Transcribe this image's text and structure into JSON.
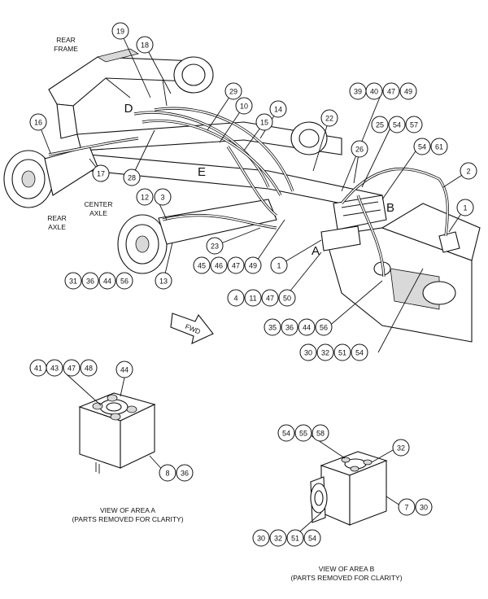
{
  "labels": {
    "rear_frame": [
      "REAR",
      "FRAME"
    ],
    "rear_axle": [
      "REAR",
      "AXLE"
    ],
    "center_axle": [
      "CENTER",
      "AXLE"
    ],
    "fwd": "FWD",
    "view_a": [
      "VIEW OF AREA A",
      "(PARTS REMOVED FOR CLARITY)"
    ],
    "view_b": [
      "VIEW OF AREA B",
      "(PARTS REMOVED FOR CLARITY)"
    ]
  },
  "area_letters": [
    "A",
    "B",
    "D",
    "E"
  ],
  "callouts": [
    {
      "id": "c-19",
      "text": "19"
    },
    {
      "id": "c-18",
      "text": "18"
    },
    {
      "id": "c-29",
      "text": "29"
    },
    {
      "id": "c-10",
      "text": "10"
    },
    {
      "id": "c-14",
      "text": "14"
    },
    {
      "id": "c-15",
      "text": "15"
    },
    {
      "id": "c-22",
      "text": "22"
    },
    {
      "id": "c-39",
      "text": "39"
    },
    {
      "id": "c-40",
      "text": "40"
    },
    {
      "id": "c-47a",
      "text": "47"
    },
    {
      "id": "c-49a",
      "text": "49"
    },
    {
      "id": "c-25",
      "text": "25"
    },
    {
      "id": "c-54a",
      "text": "54"
    },
    {
      "id": "c-57",
      "text": "57"
    },
    {
      "id": "c-54b",
      "text": "54"
    },
    {
      "id": "c-61",
      "text": "61"
    },
    {
      "id": "c-26",
      "text": "26"
    },
    {
      "id": "c-2",
      "text": "2"
    },
    {
      "id": "c-1a",
      "text": "1"
    },
    {
      "id": "c-16",
      "text": "16"
    },
    {
      "id": "c-17",
      "text": "17"
    },
    {
      "id": "c-28",
      "text": "28"
    },
    {
      "id": "c-12",
      "text": "12"
    },
    {
      "id": "c-3",
      "text": "3"
    },
    {
      "id": "c-23",
      "text": "23"
    },
    {
      "id": "c-13",
      "text": "13"
    },
    {
      "id": "c-31",
      "text": "31"
    },
    {
      "id": "c-36a",
      "text": "36"
    },
    {
      "id": "c-44a",
      "text": "44"
    },
    {
      "id": "c-56a",
      "text": "56"
    },
    {
      "id": "c-45",
      "text": "45"
    },
    {
      "id": "c-46",
      "text": "46"
    },
    {
      "id": "c-47b",
      "text": "47"
    },
    {
      "id": "c-49b",
      "text": "49"
    },
    {
      "id": "c-1b",
      "text": "1"
    },
    {
      "id": "c-4",
      "text": "4"
    },
    {
      "id": "c-11",
      "text": "11"
    },
    {
      "id": "c-47c",
      "text": "47"
    },
    {
      "id": "c-50",
      "text": "50"
    },
    {
      "id": "c-35",
      "text": "35"
    },
    {
      "id": "c-36b",
      "text": "36"
    },
    {
      "id": "c-44b",
      "text": "44"
    },
    {
      "id": "c-56b",
      "text": "56"
    },
    {
      "id": "c-30a",
      "text": "30"
    },
    {
      "id": "c-32a",
      "text": "32"
    },
    {
      "id": "c-51a",
      "text": "51"
    },
    {
      "id": "c-54c",
      "text": "54"
    },
    {
      "id": "c-41",
      "text": "41"
    },
    {
      "id": "c-43",
      "text": "43"
    },
    {
      "id": "c-47d",
      "text": "47"
    },
    {
      "id": "c-48",
      "text": "48"
    },
    {
      "id": "c-44c",
      "text": "44"
    },
    {
      "id": "c-8",
      "text": "8"
    },
    {
      "id": "c-36c",
      "text": "36"
    },
    {
      "id": "c-54d",
      "text": "54"
    },
    {
      "id": "c-55",
      "text": "55"
    },
    {
      "id": "c-58",
      "text": "58"
    },
    {
      "id": "c-32b",
      "text": "32"
    },
    {
      "id": "c-7",
      "text": "7"
    },
    {
      "id": "c-30b",
      "text": "30"
    },
    {
      "id": "c-30c",
      "text": "30"
    },
    {
      "id": "c-32c",
      "text": "32"
    },
    {
      "id": "c-51b",
      "text": "51"
    },
    {
      "id": "c-54e",
      "text": "54"
    }
  ]
}
